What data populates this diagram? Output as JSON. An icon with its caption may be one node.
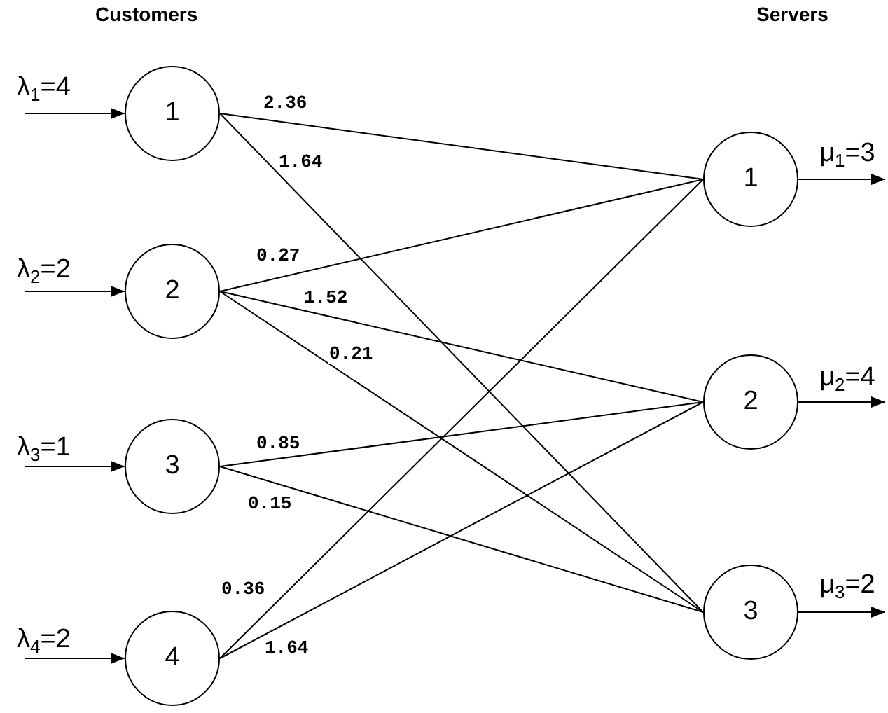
{
  "diagram": {
    "nodes": [
      {
        "text": [
          "1"
        ]
      },
      {
        "text": [
          "2"
        ]
      },
      {
        "text": [
          "3"
        ]
      },
      {
        "text": [
          "4"
        ]
      },
      {
        "text": [
          "1"
        ]
      },
      {
        "text": [
          "2"
        ]
      },
      {
        "text": [
          "3"
        ]
      }
    ],
    "edges": [
      {
        "from": 0,
        "to": 4,
        "arrow": "none",
        "label": "2.36"
      },
      {
        "from": 0,
        "to": 6,
        "arrow": "none",
        "label": "1.64"
      },
      {
        "from": 1,
        "to": 4,
        "arrow": "none",
        "label": "0.27"
      },
      {
        "from": 1,
        "to": 5,
        "arrow": "none",
        "label": "1.52"
      },
      {
        "from": 1,
        "to": 6,
        "arrow": "none",
        "label": "0.21"
      },
      {
        "from": 2,
        "to": 5,
        "arrow": "none",
        "label": "0.85"
      },
      {
        "from": 2,
        "to": 6,
        "arrow": "none",
        "label": "0.15"
      },
      {
        "from": 3,
        "to": 4,
        "arrow": "none",
        "label": "0.36"
      },
      {
        "from": 3,
        "to": 5,
        "arrow": "none",
        "label": "1.64"
      },
      {
        "from": null,
        "to": 0,
        "arrow": "to",
        "label": "λ$_{1}$=4"
      },
      {
        "from": null,
        "to": 1,
        "arrow": "to",
        "label": "λ$_{2}$=2"
      },
      {
        "from": null,
        "to": 2,
        "arrow": "to",
        "label": "λ$_{3}$=1"
      },
      {
        "from": null,
        "to": 3,
        "arrow": "to",
        "label": "λ$_{4}$=2"
      },
      {
        "from": 4,
        "to": null,
        "arrow": "to",
        "label": "μ$_{1}$=3"
      },
      {
        "from": 5,
        "to": null,
        "arrow": "to",
        "label": "μ$_{2}$=4"
      },
      {
        "from": 6,
        "to": null,
        "arrow": "to",
        "label": "μ$_{3}$=2"
      }
    ],
    "labels": [
      "Customers",
      "Servers"
    ]
  }
}
